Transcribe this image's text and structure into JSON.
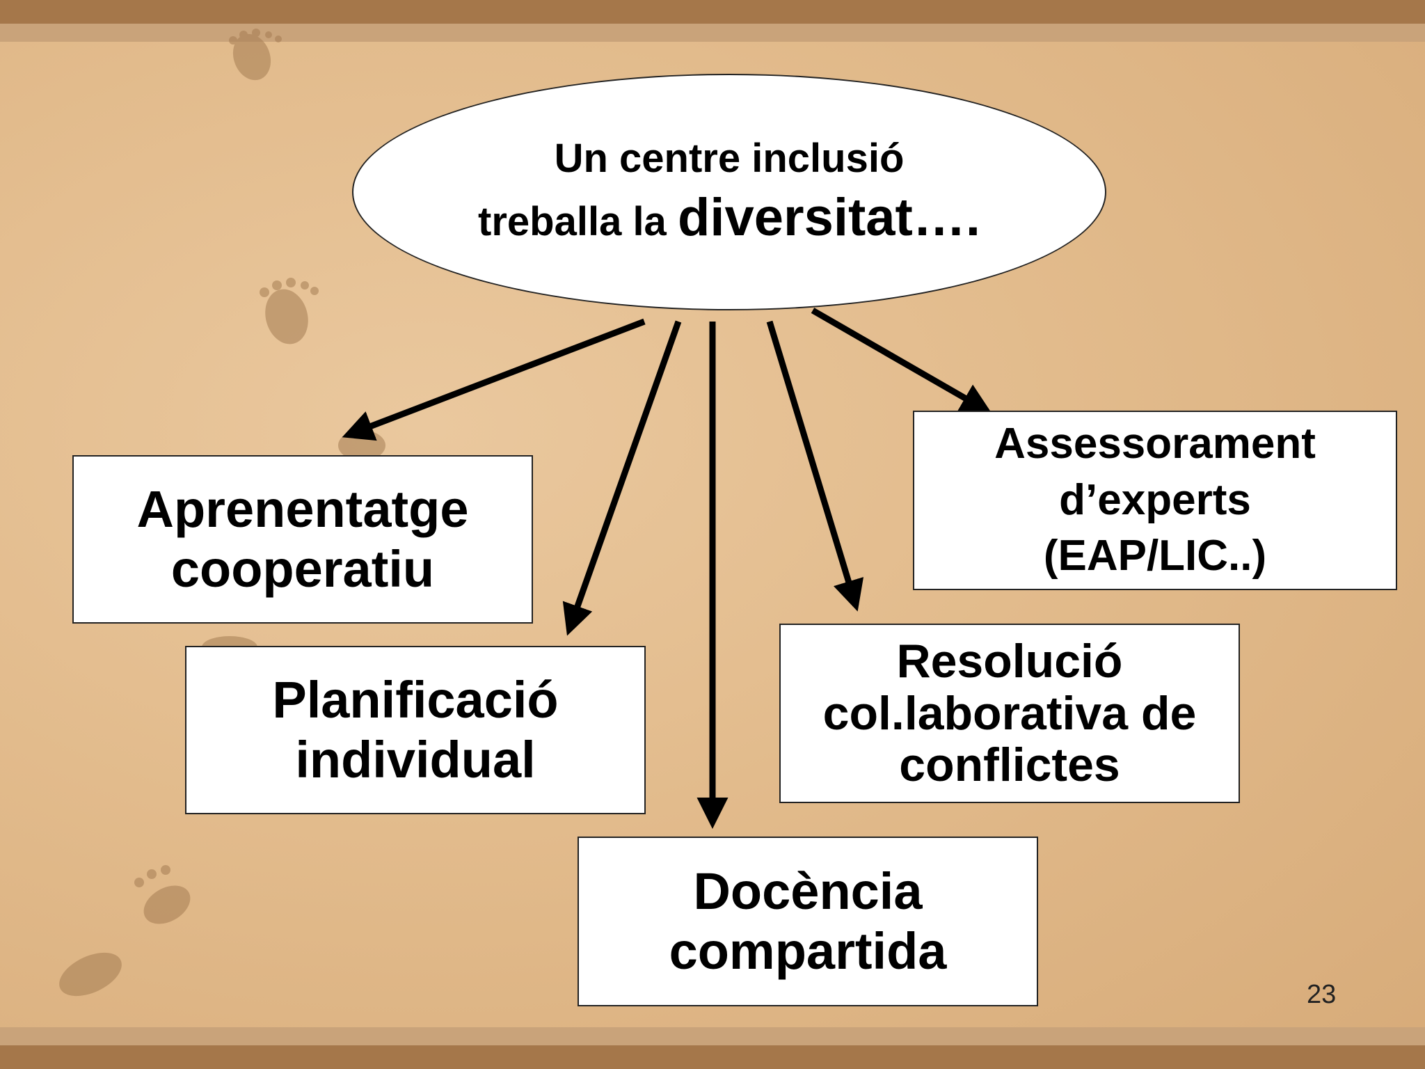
{
  "slide": {
    "page_number": "23",
    "colors": {
      "frame": "#a5774a",
      "sand": "#e2bb8c",
      "box_fill": "#ffffff",
      "arrow": "#000000"
    }
  },
  "center": {
    "line1": "Un centre inclusió",
    "line2_prefix": "treballa la ",
    "line2_emphasis": "diversitat….",
    "shape": "ellipse"
  },
  "nodes": [
    {
      "id": "aprenentatge",
      "lines": [
        "Aprenentatge",
        "cooperatiu"
      ]
    },
    {
      "id": "planificacio",
      "lines": [
        "Planificació",
        "individual"
      ]
    },
    {
      "id": "docencia",
      "lines": [
        "Docència",
        "compartida"
      ]
    },
    {
      "id": "resolucio",
      "lines": [
        "Resolució",
        "col.laborativa de",
        "conflictes"
      ]
    },
    {
      "id": "assessorament",
      "lines": [
        "Assessorament",
        "d’experts",
        "(EAP/LIC..)"
      ]
    }
  ],
  "edges": [
    {
      "from": "center",
      "to": "aprenentatge"
    },
    {
      "from": "center",
      "to": "planificacio"
    },
    {
      "from": "center",
      "to": "docencia"
    },
    {
      "from": "center",
      "to": "resolucio"
    },
    {
      "from": "center",
      "to": "assessorament"
    }
  ]
}
